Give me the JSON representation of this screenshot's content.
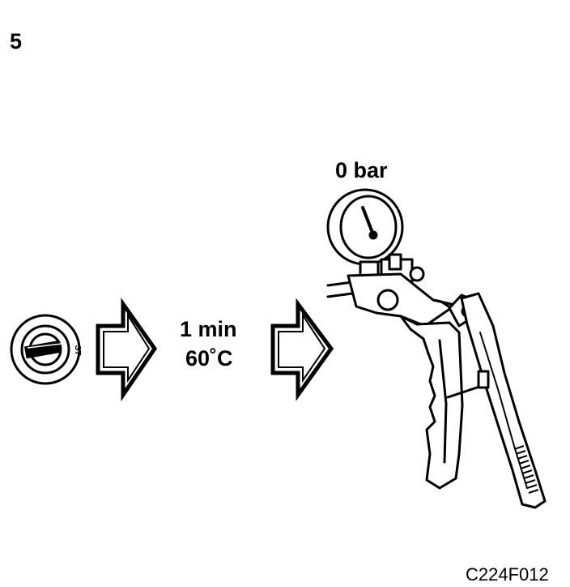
{
  "step": {
    "number": "5"
  },
  "ignition": {
    "switch_label": "ST",
    "icon": "ignition-key-switch-icon"
  },
  "arrows": [
    {
      "icon": "right-arrow-icon"
    },
    {
      "icon": "right-arrow-icon"
    }
  ],
  "condition": {
    "time": "1 min",
    "temperature": "60˚C"
  },
  "gauge": {
    "reading": "0 bar",
    "icon": "vacuum-pump-gauge-icon"
  },
  "figure": {
    "code": "C224F012"
  }
}
